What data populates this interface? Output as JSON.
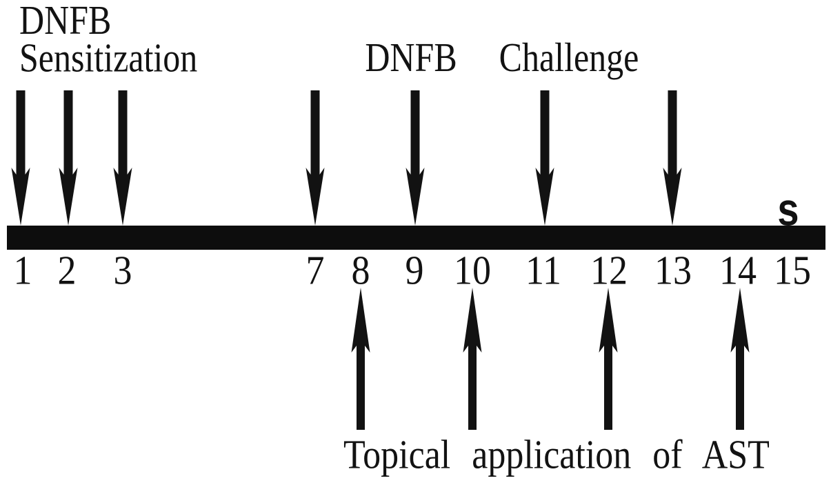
{
  "figure": {
    "background_color": "#ffffff",
    "ink_color": "#121212",
    "bar_color": "#0d0d0d",
    "top_left_label": {
      "line1": "DNFB",
      "line2": "Sensitization"
    },
    "top_center_label": {
      "word1": "DNFB",
      "word2": "Challenge"
    },
    "bar_end_label": "s",
    "bottom_caption": "Topical application of AST",
    "day_labels": [
      "1",
      "2",
      "3",
      "7",
      "8",
      "9",
      "10",
      "11",
      "12",
      "13",
      "14",
      "15"
    ],
    "events": {
      "dnfb_sensitization_days": [
        1,
        2,
        3
      ],
      "dnfb_challenge_days": [
        7,
        9,
        11,
        13
      ],
      "ast_topical_application_days": [
        8,
        10,
        12,
        14
      ]
    },
    "icons": {
      "down_arrow": "down-arrow-icon",
      "up_arrow": "up-arrow-icon"
    }
  }
}
